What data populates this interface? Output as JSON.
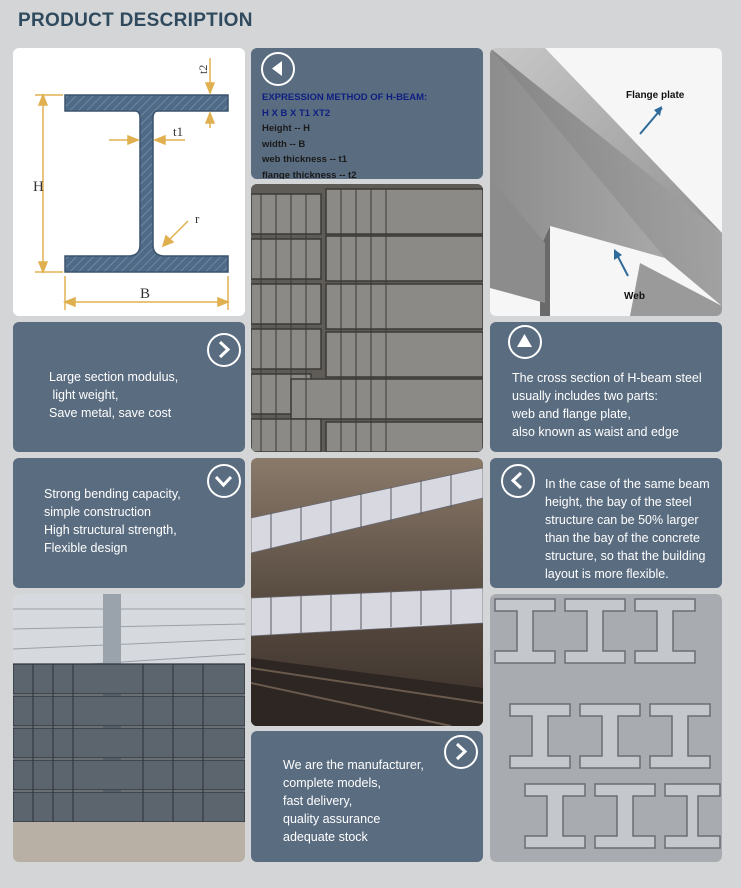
{
  "header": {
    "title": "PRODUCT DESCRIPTION"
  },
  "colors": {
    "panel": "#5a6c80",
    "background": "#d4d5d6",
    "title": "#2f4a5e",
    "diagram_fill": "#4e6a86",
    "diagram_dim": "#e0b050"
  },
  "diagram": {
    "label_h": "H",
    "label_b": "B",
    "label_t1": "t1",
    "label_t2": "t2",
    "label_r": "r"
  },
  "expression": {
    "title": "EXPRESSION METHOD OF H-BEAM:",
    "formula": "H X B X T1 XT2",
    "lines": [
      "Height -- H",
      "width -- B",
      "web thickness  -- t1",
      "flange thickness -- t2"
    ]
  },
  "beam_photo": {
    "flange_label": "Flange plate",
    "web_label": "Web"
  },
  "features": {
    "modulus": [
      "Large section modulus,",
      " light weight,",
      "Save metal, save cost"
    ],
    "cross_section": [
      "The cross section of H-beam steel",
      "usually includes two parts:",
      "web and flange plate,",
      "also known as waist and edge"
    ],
    "bending": [
      "Strong bending capacity,",
      "simple construction",
      "High structural strength,",
      "Flexible design"
    ],
    "bay": [
      "In the case of the same beam",
      "height, the bay of the steel",
      "structure can be 50% larger",
      "than the bay of the concrete",
      "structure, so that the building",
      "layout is more flexible."
    ],
    "manufacturer": [
      "We are the manufacturer,",
      "complete models,",
      "fast delivery,",
      "quality assurance",
      "adequate stock"
    ]
  },
  "icons": {
    "expression": "arrow-left-icon",
    "modulus": "arrow-right-icon",
    "cross_section": "arrow-up-icon",
    "bending": "arrow-down-icon",
    "bay": "arrow-left-icon",
    "manufacturer": "arrow-right-icon"
  }
}
